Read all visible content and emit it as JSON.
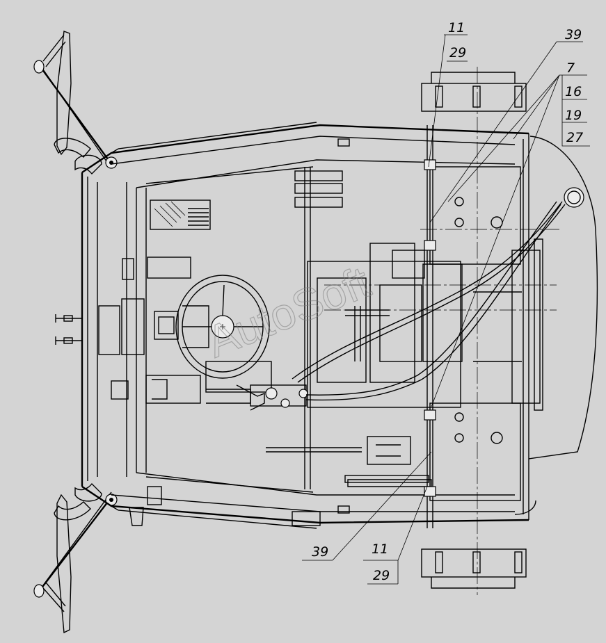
{
  "callouts": {
    "top_left": [
      "11",
      "29"
    ],
    "top_39": "39",
    "right_group": [
      "7",
      "16",
      "19",
      "27"
    ],
    "bottom_39": "39",
    "bottom": [
      "11",
      "29"
    ]
  },
  "watermark": "AutoSoft",
  "colors": {
    "background": "#d4d4d4",
    "line": "#000000"
  }
}
